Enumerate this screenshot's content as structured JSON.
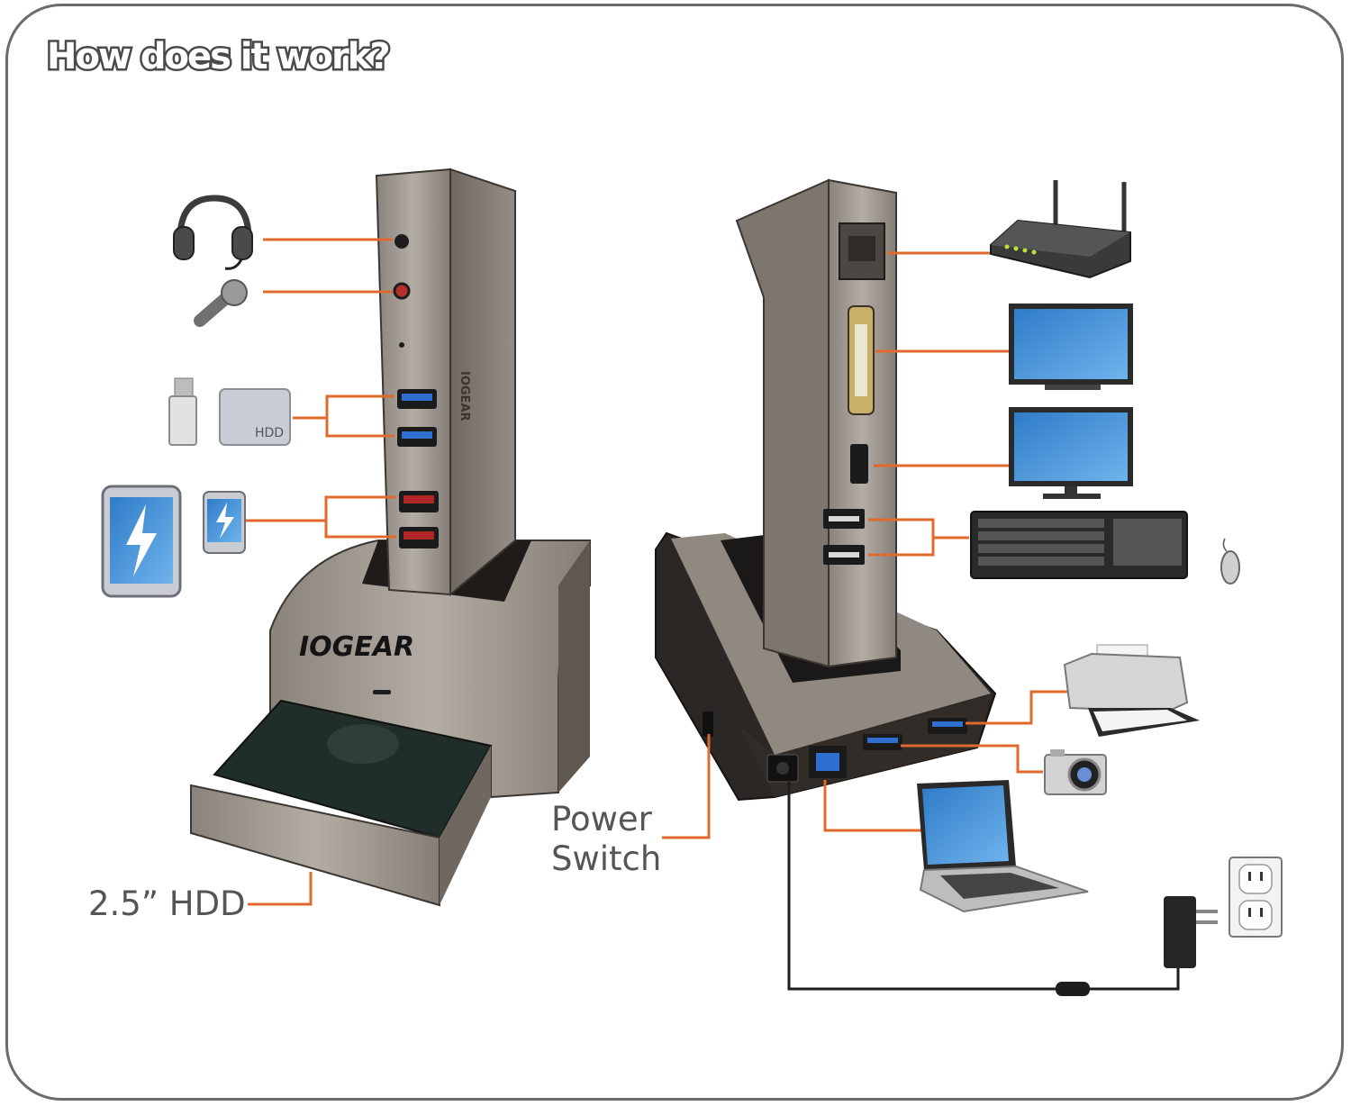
{
  "title": "How does it work?",
  "labels": {
    "hdd_tag": "HDD",
    "brand": "IOGEAR",
    "hdd_bay": "2.5” HDD",
    "power_line1": "Power",
    "power_line2": "Switch"
  },
  "colors": {
    "connector_line": "#e06a2e",
    "dock_metal": "#9e978e",
    "dock_dark": "#2b2724",
    "screen_blue": "#3f8fd6"
  },
  "icons": [
    "headset-icon",
    "microphone-icon",
    "usb-stick-icon",
    "hdd-icon",
    "tablet-icon",
    "phone-icon",
    "router-icon",
    "monitor-icon",
    "keyboard-icon",
    "mouse-icon",
    "printer-icon",
    "camera-icon",
    "laptop-icon",
    "power-adapter-icon",
    "wall-outlet-icon"
  ]
}
